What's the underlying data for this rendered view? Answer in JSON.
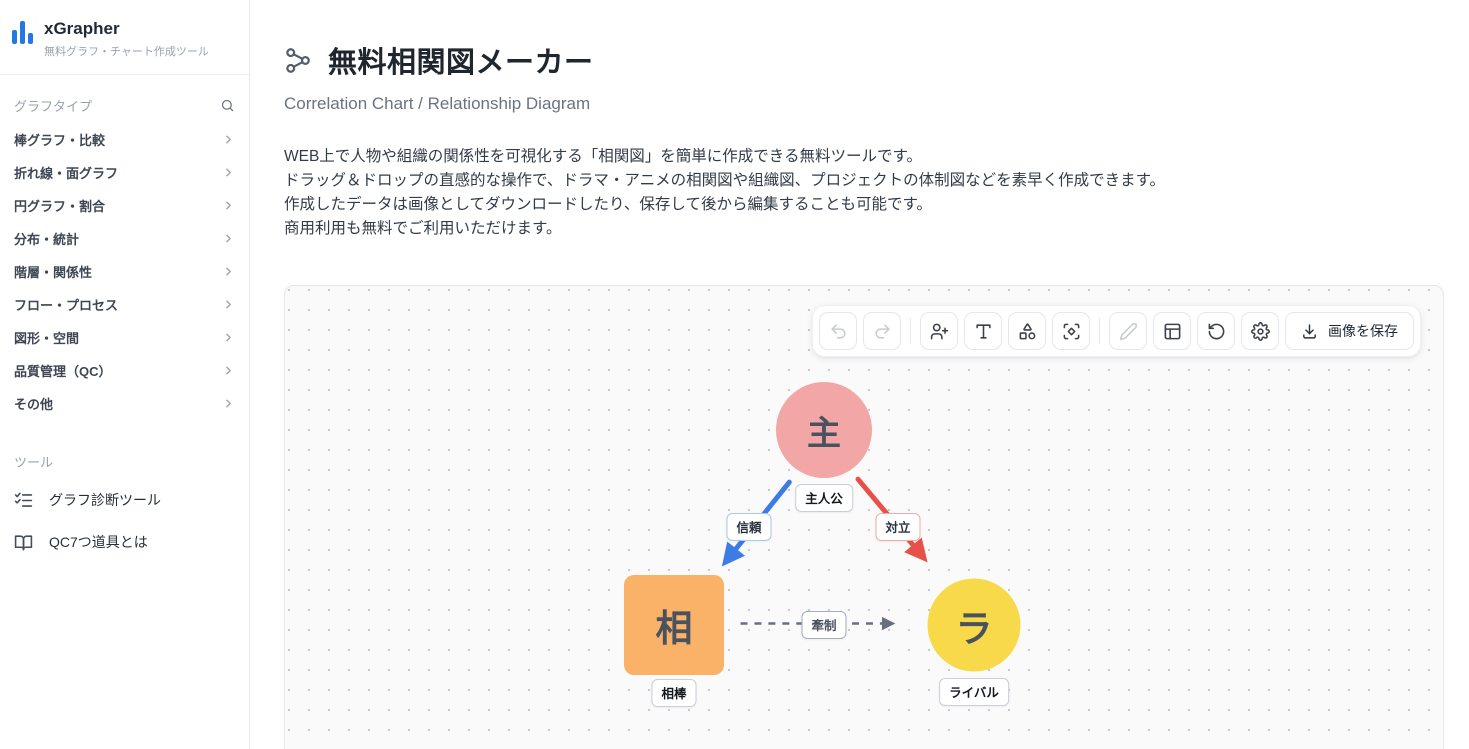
{
  "app": {
    "name": "xGrapher",
    "tagline": "無料グラフ・チャート作成ツール",
    "brand_color": "#2577E5"
  },
  "sidebar": {
    "chart_types_header": "グラフタイプ",
    "menu_items": [
      {
        "label": "棒グラフ・比較"
      },
      {
        "label": "折れ線・面グラフ"
      },
      {
        "label": "円グラフ・割合"
      },
      {
        "label": "分布・統計"
      },
      {
        "label": "階層・関係性"
      },
      {
        "label": "フロー・プロセス"
      },
      {
        "label": "図形・空間"
      },
      {
        "label": "品質管理（QC）"
      },
      {
        "label": "その他"
      }
    ],
    "tools_header": "ツール",
    "tool_items": [
      {
        "label": "グラフ診断ツール",
        "icon": "list-checks-icon"
      },
      {
        "label": "QC7つ道具とは",
        "icon": "book-open-icon"
      }
    ]
  },
  "page": {
    "title": "無料相関図メーカー",
    "subtitle": "Correlation Chart / Relationship Diagram",
    "description": [
      "WEB上で人物や組織の関係性を可視化する「相関図」を簡単に作成できる無料ツールです。",
      "ドラッグ＆ドロップの直感的な操作で、ドラマ・アニメの相関図や組織図、プロジェクトの体制図などを素早く作成できます。",
      "作成したデータは画像としてダウンロードしたり、保存して後から編集することも可能です。",
      "商用利用も無料でご利用いただけます。"
    ]
  },
  "toolbar": {
    "buttons": [
      "undo",
      "redo",
      "add-person",
      "text",
      "shapes",
      "frame-select",
      "pencil",
      "table",
      "reset",
      "settings"
    ],
    "disabled_buttons": [
      "undo",
      "redo",
      "pencil"
    ],
    "save_label": "画像を保存"
  },
  "diagram": {
    "nodes": {
      "protagonist": {
        "text": "主",
        "label": "主人公",
        "shape": "circle",
        "color": "#F2A6A6"
      },
      "partner": {
        "text": "相",
        "label": "相棒",
        "shape": "square",
        "color": "#F9B267"
      },
      "rival": {
        "text": "ラ",
        "label": "ライバル",
        "shape": "circle",
        "color": "#F7D94A"
      }
    },
    "edges": {
      "trust": {
        "label": "信頼",
        "from": "protagonist",
        "to": "partner",
        "style": "solid",
        "color": "#3D7BE5"
      },
      "conflict": {
        "label": "対立",
        "from": "protagonist",
        "to": "rival",
        "style": "solid",
        "color": "#E8504A"
      },
      "restraint": {
        "label": "牽制",
        "from": "partner",
        "to": "rival",
        "style": "dashed",
        "color": "#68707E"
      }
    }
  }
}
